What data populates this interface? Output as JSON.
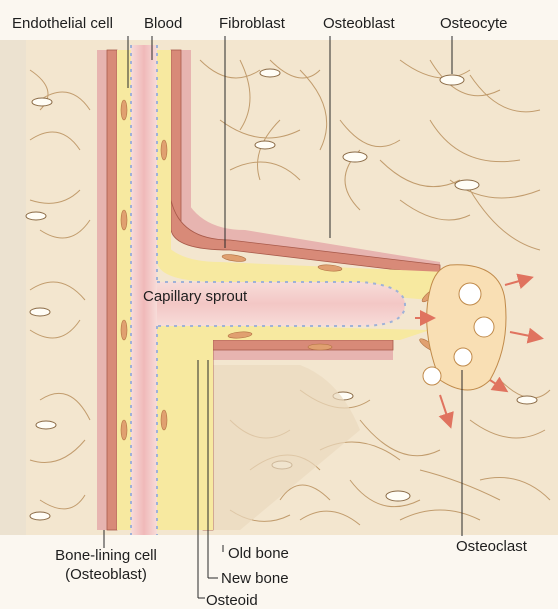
{
  "labels": {
    "endothelial_cell": "Endothelial cell",
    "blood": "Blood",
    "fibroblast": "Fibroblast",
    "osteoblast": "Osteoblast",
    "osteocyte": "Osteocyte",
    "capillary_sprout": "Capillary sprout",
    "bone_lining_cell_line1": "Bone-lining cell",
    "bone_lining_cell_line2": "(Osteoblast)",
    "old_bone": "Old bone",
    "new_bone": "New bone",
    "osteoid": "Osteoid",
    "osteoclast": "Osteoclast"
  },
  "colors": {
    "bone_matrix": "#f3e6cf",
    "canaliculi": "#b58a55",
    "new_bone": "#e7b4b0",
    "osteoblast_layer": "#d88a78",
    "osteoid": "#f7e9a0",
    "endothelium": "#9fb2d8",
    "blood": "#f3c9c9",
    "osteoclast": "#f9dfb4",
    "arrow": "#e0735f"
  }
}
